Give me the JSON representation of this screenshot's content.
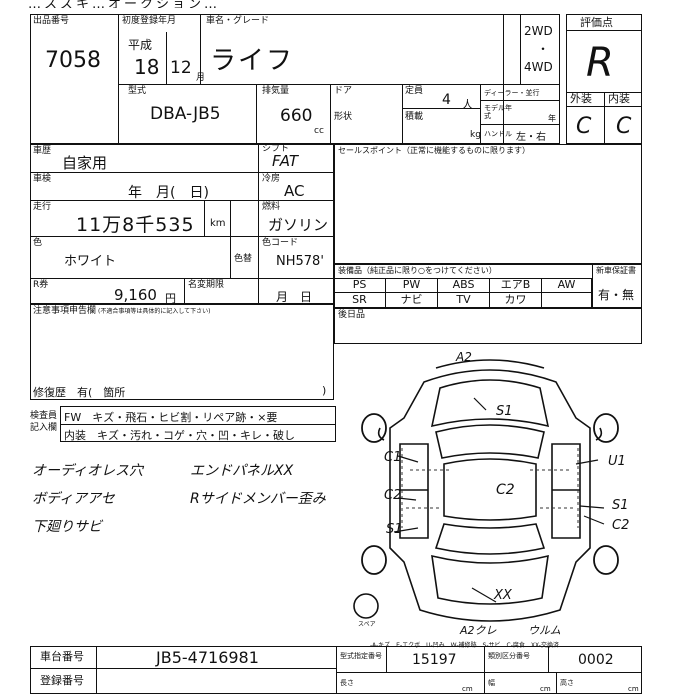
{
  "header": {
    "top_strip_text": "…スズキ…オークション…",
    "lot_label": "出品番号",
    "lot_number": "7058",
    "first_reg_label": "初度登録年月",
    "era_label": "平成",
    "year": "18",
    "month": "12",
    "month_unit": "月",
    "car_name_label": "車名・グレード",
    "car_name": "ライフ",
    "drive_2wd": "2WD",
    "drive_dot": "・",
    "drive_4wd": "4WD",
    "model_label": "型式",
    "model_code": "DBA-JB5",
    "displacement_label": "排気量",
    "displacement": "660",
    "cc": "cc",
    "door_label": "ドア",
    "shape_label": "形状",
    "capacity_label": "定員",
    "capacity": "4",
    "capacity_unit": "人",
    "loading_label": "積載",
    "kg": "kg",
    "dealer_label": "ディーラー・並行",
    "model_year_label": "モデル年式",
    "model_year_unit": "年",
    "handle_label": "ハンドル",
    "handle_value": "左・右",
    "score_label": "評価点",
    "score": "R",
    "exterior_label": "外装",
    "interior_label": "内装",
    "exterior_grade": "C",
    "interior_grade": "C"
  },
  "info": {
    "inspection_cat_label": "車歴",
    "inspection_cat": "自家用",
    "shift_label": "シフト",
    "shift": "FAT",
    "shaken_label": "車検",
    "shaken_value": "年　月(　日)",
    "ac_label": "冷房",
    "ac": "AC",
    "mileage_label": "走行",
    "mileage": "11万8千535",
    "km": "km",
    "fuel_label": "燃料",
    "fuel": "ガソリン",
    "color_label": "色",
    "color": "ホワイト",
    "color_change_label": "色替",
    "color_code_label": "色コード",
    "color_code": "NH578'",
    "recycle_label": "R券",
    "recycle_amount": "9,160",
    "yen": "円",
    "name_change_label": "名変期限",
    "name_change_value": "月　日",
    "sales_point_label": "セールスポイント（正常に機能するものに限ります）",
    "equipment_label": "装備品（純正品に限り○をつけてください）",
    "new_car_warranty_label": "新車保証書",
    "new_car_warranty_value": "有・無",
    "equipment": [
      [
        "PS",
        "PW",
        "ABS",
        "エアB",
        "AW"
      ],
      [
        "SR",
        "ナビ",
        "TV",
        "カワ",
        ""
      ]
    ],
    "notes_label": "注意事項申告欄",
    "notes_sub": "(不適合事項等は具体的に記入して下さい)",
    "repair_label": "修復歴　有(　箇所",
    "repair_close": ")",
    "after_label": "後日品",
    "inspector_label": "検査員記入欄",
    "inspector_line1": "FW　キズ・飛石・ヒビ割・リペア跡・×要",
    "inspector_line2": "内装　キズ・汚れ・コゲ・穴・凹・キレ・破し"
  },
  "handwritten": {
    "line1": "オーディオレス穴",
    "line2": "ボディアアセ",
    "line3": "下廻りサビ",
    "line4": "エンドパネルXX",
    "line5": "Rサイドメンバー歪み"
  },
  "diagram_marks": {
    "a2_top": "A2",
    "s1_top": "S1",
    "c1_left": "C1",
    "u1_right": "U1",
    "c2_left": "C2",
    "c2_center": "C2",
    "s1_right": "S1",
    "s1_left": "S1",
    "c2_right": "C2",
    "xx_rear": "XX",
    "a2_rear": "A2クレ",
    "u_rear": "ウルム",
    "spare": "スペア"
  },
  "legend": "-A-キズ　E-エクボ　U-凹み　W-補修跡　S-サビ　C-腐食　XX-交換済",
  "footer": {
    "chassis_label": "車台番号",
    "chassis_number": "JB5-4716981",
    "reg_label": "登録番号",
    "type_spec_label": "型式指定番号",
    "type_spec_value": "15197",
    "class_label": "類別区分番号",
    "class_value": "0002",
    "length_label": "長さ",
    "width_label": "幅",
    "height_label": "高さ",
    "cm": "cm"
  }
}
